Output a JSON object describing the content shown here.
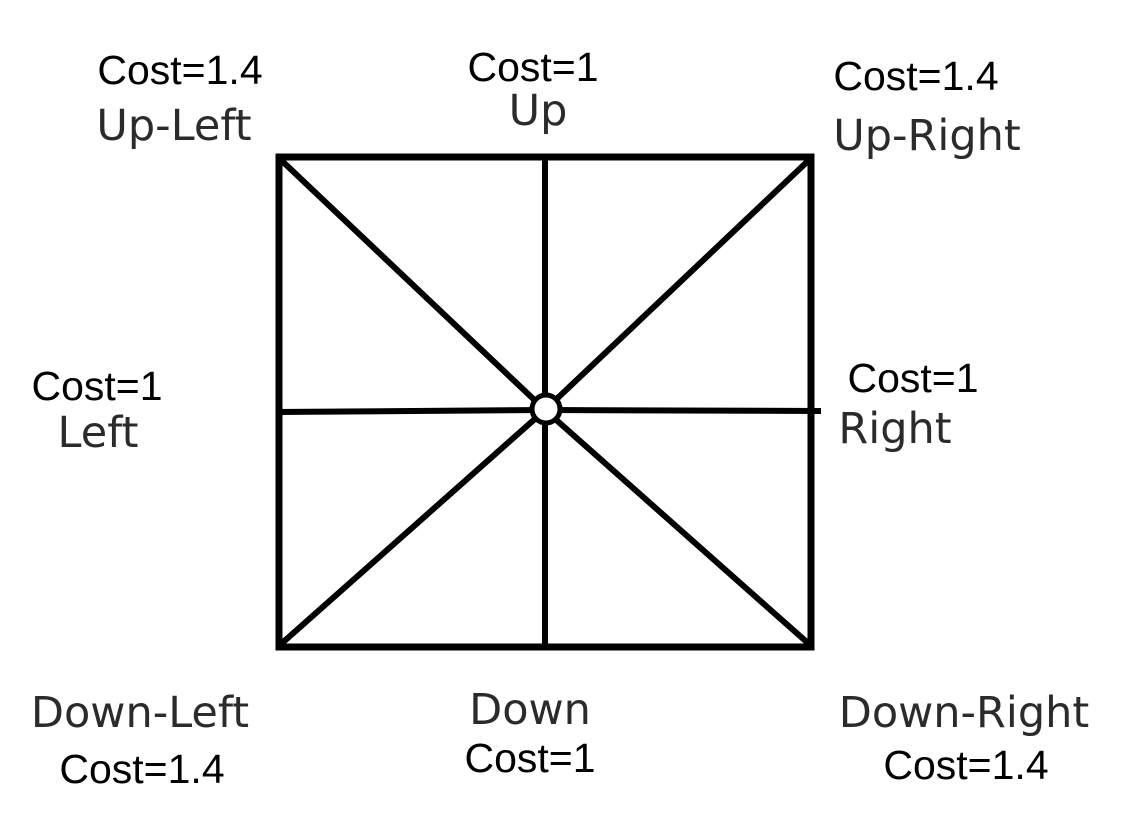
{
  "labels": {
    "up_left": {
      "direction": "Up-Left",
      "cost": "Cost=1.4"
    },
    "up": {
      "direction": "Up",
      "cost": "Cost=1"
    },
    "up_right": {
      "direction": "Up-Right",
      "cost": "Cost=1.4"
    },
    "left": {
      "direction": "Left",
      "cost": "Cost=1"
    },
    "right": {
      "direction": "Right",
      "cost": "Cost=1"
    },
    "down_left": {
      "direction": "Down-Left",
      "cost": "Cost=1.4"
    },
    "down": {
      "direction": "Down",
      "cost": "Cost=1"
    },
    "down_right": {
      "direction": "Down-Right",
      "cost": "Cost=1.4"
    }
  }
}
